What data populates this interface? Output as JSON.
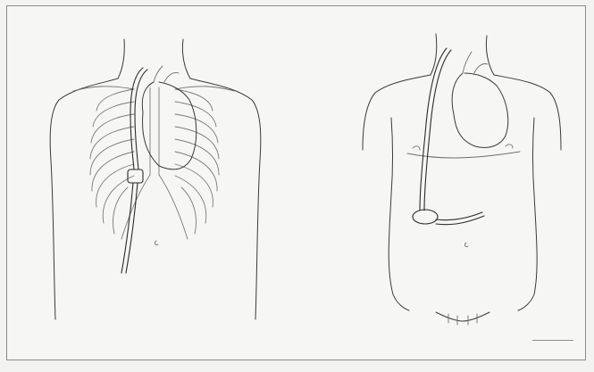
{
  "figure": {
    "panels": [
      {
        "id": "left",
        "subject": "torso-with-ribcage"
      },
      {
        "id": "right",
        "subject": "torso-abdomen"
      }
    ]
  }
}
